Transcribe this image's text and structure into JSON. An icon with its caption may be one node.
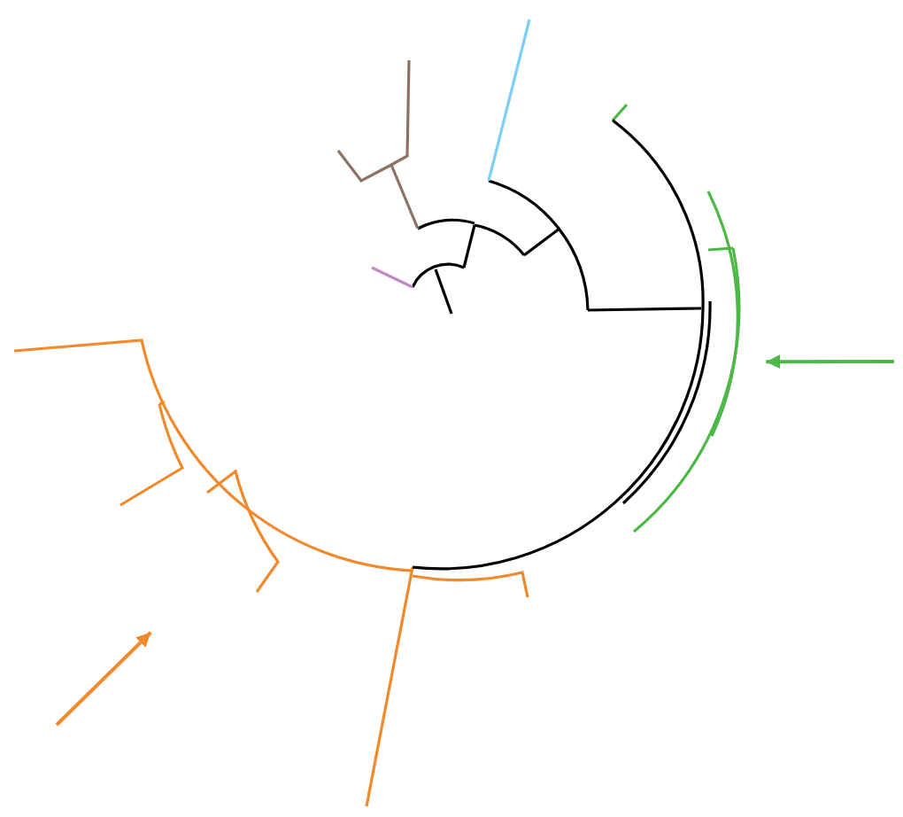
{
  "diagram": {
    "nodes": [
      {
        "text": [],
        "shape": "picture"
      },
      {
        "text": [],
        "shape": "picture"
      }
    ],
    "edges": [
      {
        "from": null,
        "to": 0,
        "arrow": "to",
        "color": "#4db848"
      },
      {
        "from": null,
        "to": 1,
        "arrow": "to",
        "color": "#f08a2c"
      },
      {
        "from": 0,
        "to": 1,
        "arrow": "none",
        "color": "#000000"
      }
    ]
  }
}
